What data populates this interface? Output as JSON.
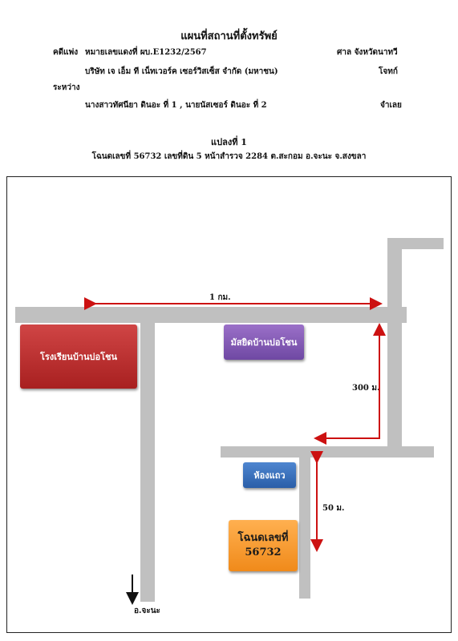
{
  "header": {
    "title": "แผนที่สถานที่ตั้งทรัพย์",
    "case_type_label": "คดีแพ่ง",
    "case_number": "หมายเลขแดงที่  ผบ.E1232/2567",
    "court": "ศาล จังหวัดนาทวี",
    "plaintiff": "บริษัท เจ เอ็ม ที เน็ทเวอร์ค เซอร์วิสเซ็ส จำกัด (มหาชน)",
    "plaintiff_role": "โจทก์",
    "between_label": "ระหว่าง",
    "defendants": "นางสาวทัศนียา  ดินอะ ที่ 1 , นายนัสเซอร์  ดินอะ ที่ 2",
    "defendant_role": "จำเลย",
    "plot_heading": "แปลงที่ 1",
    "plot_detail": "โฉนดเลขที่  56732  เลขที่ดิน  5  หน้าสำรวจ  2284  ต.สะกอม  อ.จะนะ  จ.สงขลา"
  },
  "map": {
    "places": {
      "school": "โรงเรียนบ้านบ่อโชน",
      "mosque": "มัสยิดบ้านบ่อโชน",
      "shophouse": "ห้องแถว",
      "plot_line1": "โฉนดเลขที่",
      "plot_line2": "56732"
    },
    "distances": {
      "top_road": "1 กม.",
      "right_road": "300 ม.",
      "lower_road": "50 ม."
    },
    "direction": "อ.จะนะ"
  },
  "colors": {
    "road": "#c0c0c0",
    "arrow": "#cc1111",
    "school": "#b92b2b",
    "mosque": "#7d55b0",
    "shophouse": "#3a6fbf",
    "plot": "#f59a2e"
  }
}
